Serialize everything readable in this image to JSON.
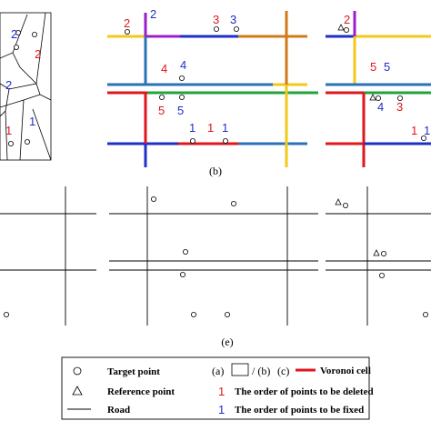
{
  "colors": {
    "red": "#e0161c",
    "blue": "#1f2fc8",
    "steel": "#2a72b8",
    "purple": "#9b1fc9",
    "green": "#1fa43a",
    "orange": "#d27a1a",
    "yellow": "#f2c81a",
    "black": "#000000"
  },
  "captions": {
    "b": "(b)",
    "e": "(e)"
  },
  "panel_a_numbers": [
    {
      "t": "2",
      "c": "blue"
    },
    {
      "t": "2",
      "c": "red"
    },
    {
      "t": "2",
      "c": "blue"
    },
    {
      "t": "1",
      "c": "blue"
    },
    {
      "t": "1",
      "c": "red"
    }
  ],
  "panel_b_numbers": [
    {
      "t": "2",
      "c": "red"
    },
    {
      "t": "2",
      "c": "blue"
    },
    {
      "t": "3",
      "c": "red"
    },
    {
      "t": "3",
      "c": "blue"
    },
    {
      "t": "4",
      "c": "red"
    },
    {
      "t": "4",
      "c": "blue"
    },
    {
      "t": "5",
      "c": "red"
    },
    {
      "t": "5",
      "c": "blue"
    },
    {
      "t": "1",
      "c": "blue"
    },
    {
      "t": "1",
      "c": "red"
    },
    {
      "t": "1",
      "c": "blue"
    }
  ],
  "panel_c_numbers": [
    {
      "t": "2",
      "c": "red"
    },
    {
      "t": "5",
      "c": "red"
    },
    {
      "t": "5",
      "c": "blue"
    },
    {
      "t": "4",
      "c": "blue"
    },
    {
      "t": "3",
      "c": "red"
    },
    {
      "t": "1",
      "c": "red"
    },
    {
      "t": "1",
      "c": "blue"
    }
  ],
  "legend": {
    "target_point": "Target point",
    "reference_point": "Reference point",
    "road": "Road",
    "panel_ref_a": "(a)",
    "panel_ref_slash": "/ (b)",
    "panel_ref_c": "(c)",
    "voronoi_cell": "Voronoi cell",
    "deleted_num": "1",
    "deleted_text": "The order of points to be deleted",
    "fixed_num": "1",
    "fixed_text": "The order of points to be fixed"
  }
}
